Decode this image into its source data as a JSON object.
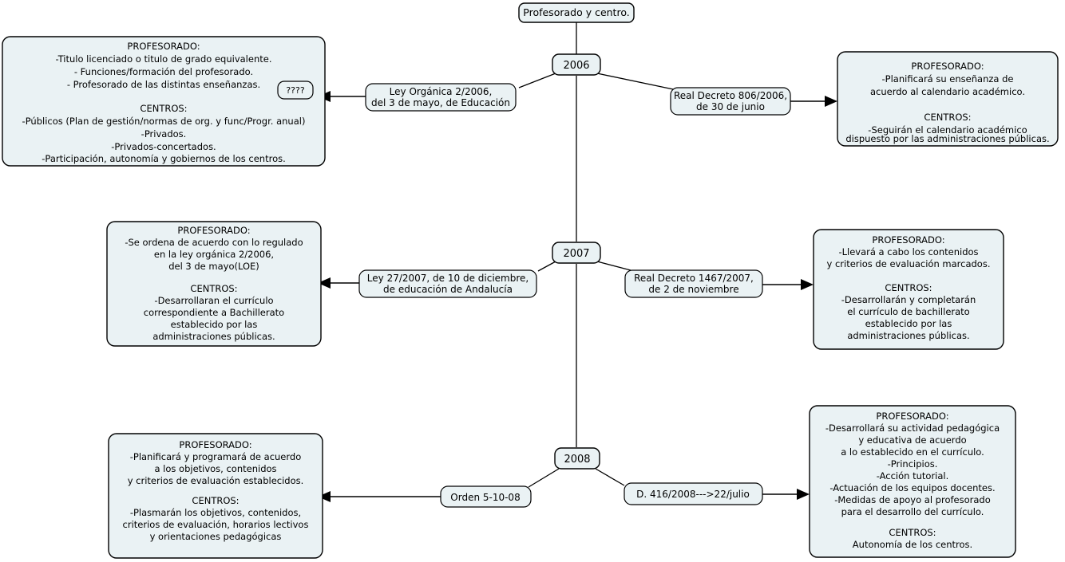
{
  "diagram": {
    "title_node": {
      "label": "Profesorado y centro."
    },
    "badge": {
      "label": "????"
    },
    "years": [
      {
        "label": "2006"
      },
      {
        "label": "2007"
      },
      {
        "label": "2008"
      }
    ],
    "edge_labels": {
      "y2006_left": [
        "Ley Orgánica 2/2006,",
        "del 3 de mayo, de Educación"
      ],
      "y2006_right": [
        "Real Decreto 806/2006,",
        "de 30 de junio"
      ],
      "y2007_left": [
        "Ley 27/2007, de 10 de diciembre,",
        "de educación de Andalucía"
      ],
      "y2007_right": [
        "Real Decreto 1467/2007,",
        "de 2 de noviembre"
      ],
      "y2008_left": [
        "Orden 5-10-08"
      ],
      "y2008_right": [
        "D. 416/2008--->22/julio"
      ]
    },
    "boxes": {
      "y2006_left": [
        "PROFESORADO:",
        "-Titulo licenciado o titulo de grado equivalente.",
        "- Funciones/formación del profesorado.",
        "- Profesorado de las distintas enseñanzas.",
        "",
        "CENTROS:",
        "-Públicos (Plan de gestión/normas de org. y func/Progr. anual)",
        "-Privados.",
        "-Privados-concertados.",
        "-Participación, autonomía y gobiernos de los centros."
      ],
      "y2006_right": [
        "PROFESORADO:",
        "-Planificará su enseñanza de",
        "acuerdo al calendario académico.",
        "",
        "CENTROS:",
        "-Seguirán el calendario académico",
        "dispuesto por las administraciones públicas."
      ],
      "y2007_left": [
        "PROFESORADO:",
        "-Se ordena de acuerdo con lo regulado",
        "en la ley orgánica 2/2006,",
        "del 3 de mayo(LOE)",
        "",
        "CENTROS:",
        "-Desarrollaran el currículo",
        "correspondiente a Bachillerato",
        "establecido por las",
        "administraciones públicas."
      ],
      "y2007_right": [
        "PROFESORADO:",
        "-Llevará a cabo los contenidos",
        "y criterios de evaluación marcados.",
        "",
        "CENTROS:",
        "-Desarrollarán y completarán",
        "el currículo de bachillerato",
        "establecido por las",
        "administraciones públicas."
      ],
      "y2008_left": [
        "PROFESORADO:",
        "-Planificará y programará de acuerdo",
        "a los objetivos, contenidos",
        "y criterios de evaluación establecidos.",
        "",
        "CENTROS:",
        "-Plasmarán los objetivos, contenidos,",
        "criterios de evaluación, horarios lectivos",
        "y orientaciones pedagógicas"
      ],
      "y2008_right": [
        "PROFESORADO:",
        "-Desarrollará su actividad pedagógica",
        "y educativa de acuerdo",
        "a lo establecido en el currículo.",
        "-Principios.",
        "-Acción tutorial.",
        "-Actuación de los equipos docentes.",
        "-Medidas de apoyo al profesorado",
        "para el desarrollo del currículo.",
        "",
        "CENTROS:",
        "Autonomía de los centros."
      ]
    },
    "colors": {
      "node_fill": "#eaf2f4",
      "node_stroke": "#000000",
      "background": "#ffffff"
    }
  }
}
